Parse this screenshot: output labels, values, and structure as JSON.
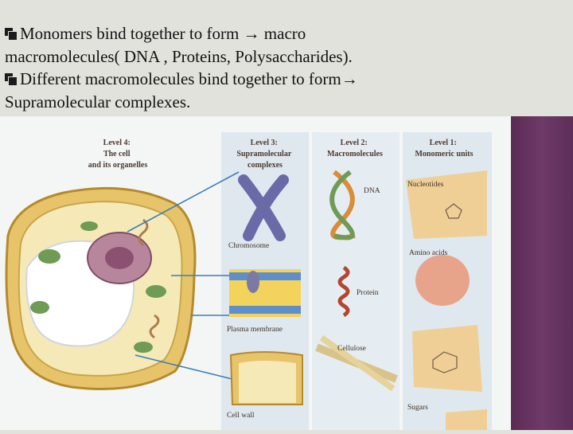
{
  "slide": {
    "bullets": [
      {
        "lines": [
          "Monomers bind together to form → macro",
          "macromolecules( DNA , Proteins,  Polysaccharides)."
        ]
      },
      {
        "lines": [
          "Different  macromolecules  bind  together  to form→",
          "Supramolecular complexes."
        ]
      }
    ]
  },
  "figure": {
    "levels": [
      {
        "lines": [
          "Level 4:",
          "The cell",
          "and its organelles"
        ]
      },
      {
        "lines": [
          "Level 3:",
          "Supramolecular",
          "complexes"
        ]
      },
      {
        "lines": [
          "Level 2:",
          "Macromolecules"
        ]
      },
      {
        "lines": [
          "Level 1:",
          "Monomeric units"
        ]
      }
    ],
    "labels": {
      "dna": "DNA",
      "nucleotides": "Nucleotides",
      "chromosome": "Chromosome",
      "amino_acids": "Amino acids",
      "protein": "Protein",
      "plasma_membrane": "Plasma membrane",
      "cellulose": "Cellulose",
      "sugars": "Sugars",
      "cell_wall": "Cell wall"
    }
  },
  "colors": {
    "background": "#e2e2dc",
    "side_band": "#5a2b55"
  }
}
